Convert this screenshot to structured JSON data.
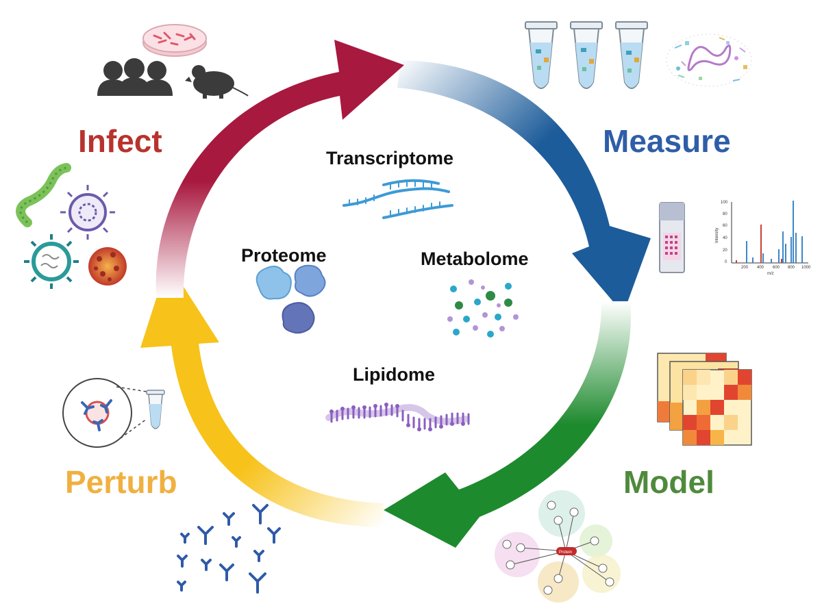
{
  "stages": {
    "infect": {
      "label": "Infect",
      "color": "#b8332e"
    },
    "measure": {
      "label": "Measure",
      "color": "#2f5ea8"
    },
    "model": {
      "label": "Model",
      "color": "#4f8a3c"
    },
    "perturb": {
      "label": "Perturb",
      "color": "#f0b040"
    }
  },
  "omics": {
    "transcriptome": "Transcriptome",
    "proteome": "Proteome",
    "metabolome": "Metabolome",
    "lipidome": "Lipidome"
  },
  "cycle_colors": {
    "crimson": "#a8193f",
    "blue": "#1d5c9a",
    "green": "#1e8a2e",
    "yellow": "#f7c21a"
  },
  "spectrum_chart": {
    "ylabel": "Intensity",
    "xlabel": "m/z",
    "y_ticks": [
      "0",
      "20",
      "40",
      "60",
      "80",
      "100"
    ],
    "x_ticks": [
      "200",
      "400",
      "600",
      "800",
      "1000"
    ]
  },
  "network": {
    "hub_label": "Protein"
  },
  "icons": [
    "petri-dish-icon",
    "people-icon",
    "mouse-icon",
    "tube-icon",
    "biomolecule-mix-icon",
    "virus-icon",
    "sample-cartridge-icon",
    "mass-spectrum-icon",
    "heatmap-stack-icon",
    "antibody-icon",
    "network-icon",
    "rna-icon",
    "protein-icon",
    "metabolite-icon",
    "lipid-icon"
  ]
}
